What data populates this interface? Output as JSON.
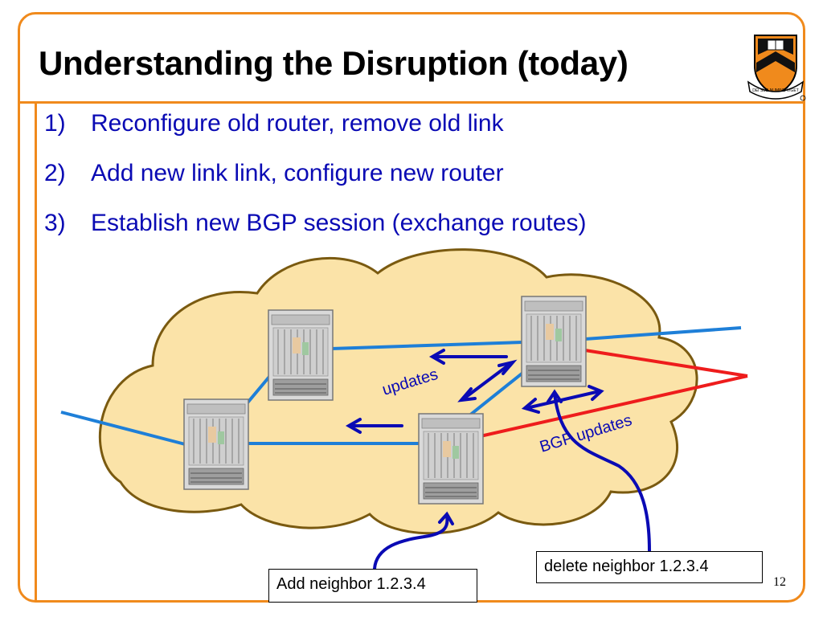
{
  "slide": {
    "title": "Understanding the Disruption (today)",
    "page_number": "12",
    "accent_color": "#f08a1c",
    "bullet_color": "#0a0ab4"
  },
  "bullets": [
    {
      "num": "1)",
      "text": "Reconfigure old router, remove old link"
    },
    {
      "num": "2)",
      "text": "Add new link link, configure new router"
    },
    {
      "num": "3)",
      "text": "Establish new BGP session (exchange routes)"
    }
  ],
  "diagram": {
    "updates_label": "updates",
    "bgp_updates_label": "BGP updates",
    "add_neighbor_label": "Add neighbor 1.2.3.4",
    "delete_neighbor_label": "delete neighbor 1.2.3.4",
    "cloud_color": "#fbe3a8",
    "link_color": "#1e7fd8",
    "new_link_color": "#ee1c1c",
    "arrow_color": "#0a0ab4",
    "router_icons": [
      "router-icon",
      "router-icon",
      "router-icon",
      "router-icon"
    ]
  },
  "logo": {
    "icon": "princeton-shield-logo",
    "motto": "DEI SUB NUMINE VIGET"
  }
}
